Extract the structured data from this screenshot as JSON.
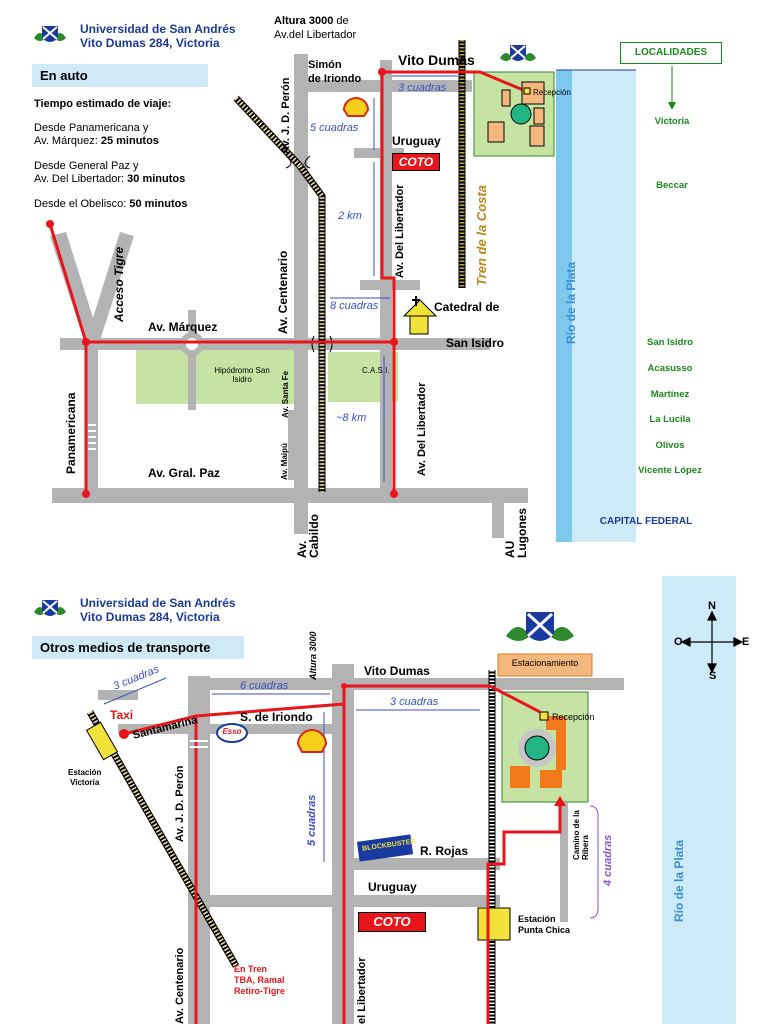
{
  "university": {
    "name": "Universidad de San Andrés",
    "address": "Vito Dumas 284, Victoria"
  },
  "map1": {
    "band": "En auto",
    "travel_title": "Tiempo estimado de viaje:",
    "travel": [
      {
        "from": "Desde Panamericana y",
        "from2": "Av. Márquez:",
        "time": "25 minutos"
      },
      {
        "from": "Desde General Paz y",
        "from2": "Av. Del Libertador:",
        "time": "30 minutos"
      },
      {
        "from": "Desde el Obelisco:",
        "from2": "",
        "time": "50 minutos"
      }
    ],
    "altura_a": "Altura 3000",
    "altura_b": "de",
    "altura_c": "Av.del Libertador",
    "simon": "Simón",
    "iriondo": "de Iriondo",
    "vito_dumas": "Vito Dumas",
    "uruguay": "Uruguay",
    "coto": "COTO",
    "recepcion": "Recepción",
    "tres_cuadras": "3 cuadras",
    "cinco_cuadras": "5 cuadras",
    "dos_km": "2 km",
    "ocho_cuadras": "8 cuadras",
    "ocho_km": "~8 km",
    "acceso_tigre": "Acceso Tigre",
    "av_marquez": "Av. Márquez",
    "panamericana": "Panamericana",
    "gral_paz": "Av. Gral. Paz",
    "centenario": "Av. Centenario",
    "peron": "Av. J. D. Perón",
    "libertador_a": "Av. Del Libertador",
    "libertador_b": "Av. Del Libertador",
    "tren_costa": "Tren de la Costa",
    "catedral_a": "Catedral de",
    "catedral_b": "San Isidro",
    "hipodromo": "Hipódromo San Isidro",
    "casi": "C.A.S.I.",
    "santa_fe": "Av. Santa Fe",
    "maipu": "Av. Maipú",
    "cabildo_a": "Av.",
    "cabildo_b": "Cabildo",
    "lugones_a": "AU",
    "lugones_b": "Lugones",
    "rio": "Río de la Plata",
    "localidades_title": "LOCALIDADES",
    "localidades": [
      "Victoria",
      "Beccar",
      "San Isidro",
      "Acasusso",
      "Martínez",
      "La Lucila",
      "Olivos",
      "Vicente López"
    ],
    "capital": "CAPITAL FEDERAL"
  },
  "map2": {
    "band": "Otros medios de transporte",
    "tres_cuadras_a": "3 cuadras",
    "seis_cuadras": "6 cuadras",
    "altura": "Altura 3000",
    "vito_dumas": "Vito Dumas",
    "tres_cuadras_b": "3 cuadras",
    "estacionamiento": "Estacionamiento",
    "recepcion": "Recepción",
    "taxi": "Taxi",
    "santamarina": "Santamarina",
    "iriondo": "S. de Iriondo",
    "esso": "Esso",
    "estacion_victoria_a": "Estación",
    "estacion_victoria_b": "Victoria",
    "peron": "Av. J. D. Perón",
    "cinco_cuadras": "5 cuadras",
    "blockbuster": "BLOCKBUSTER",
    "rojas": "R. Rojas",
    "uruguay": "Uruguay",
    "coto": "COTO",
    "camino": "Camino de la Ribera",
    "cuatro_cuadras": "4 cuadras",
    "estacion_punta_a": "Estación",
    "estacion_punta_b": "Punta Chica",
    "tren_a": "En Tren",
    "tren_b": "TBA, Ramal",
    "tren_c": "Retiro-Tigre",
    "centenario": "Av. Centenario",
    "libertador": "el Libertador",
    "rio": "Río de la Plata",
    "compass": {
      "n": "N",
      "s": "S",
      "e": "E",
      "o": "O"
    }
  },
  "colors": {
    "route": "#e8151b",
    "road": "#b3b3b3",
    "park": "#c6e3a4",
    "water": "#cdeaf9",
    "title": "#1a3a9a"
  }
}
